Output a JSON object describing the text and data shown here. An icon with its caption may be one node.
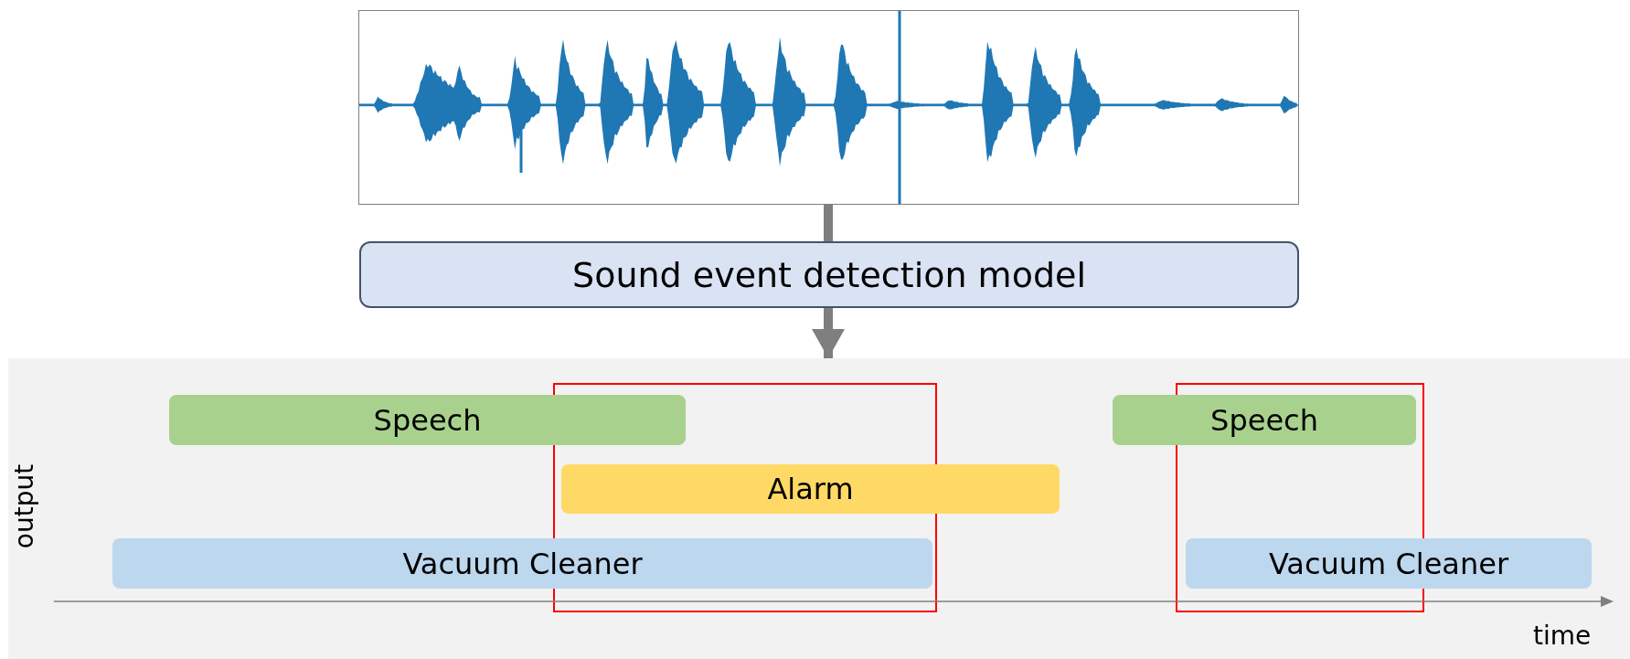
{
  "diagram": {
    "nodes": [
      {
        "text": [],
        "shape": "picture"
      },
      {
        "text": [
          "Sound event detection model"
        ]
      },
      {
        "text": [],
        "shape": "box"
      },
      {
        "text": [
          "Speech"
        ],
        "in": 2
      },
      {
        "text": [
          "Alarm"
        ],
        "in": 2
      },
      {
        "text": [
          "Vacuum Cleaner"
        ],
        "in": 2
      },
      {
        "text": [
          "Speech"
        ],
        "in": 2
      },
      {
        "text": [
          "Vacuum Cleaner"
        ],
        "in": 2
      }
    ],
    "edges": [
      {
        "from": 0,
        "to": 1,
        "arrow": "none"
      },
      {
        "from": 1,
        "to": 2,
        "arrow": "to"
      }
    ],
    "labels": [
      "output",
      "time"
    ]
  }
}
